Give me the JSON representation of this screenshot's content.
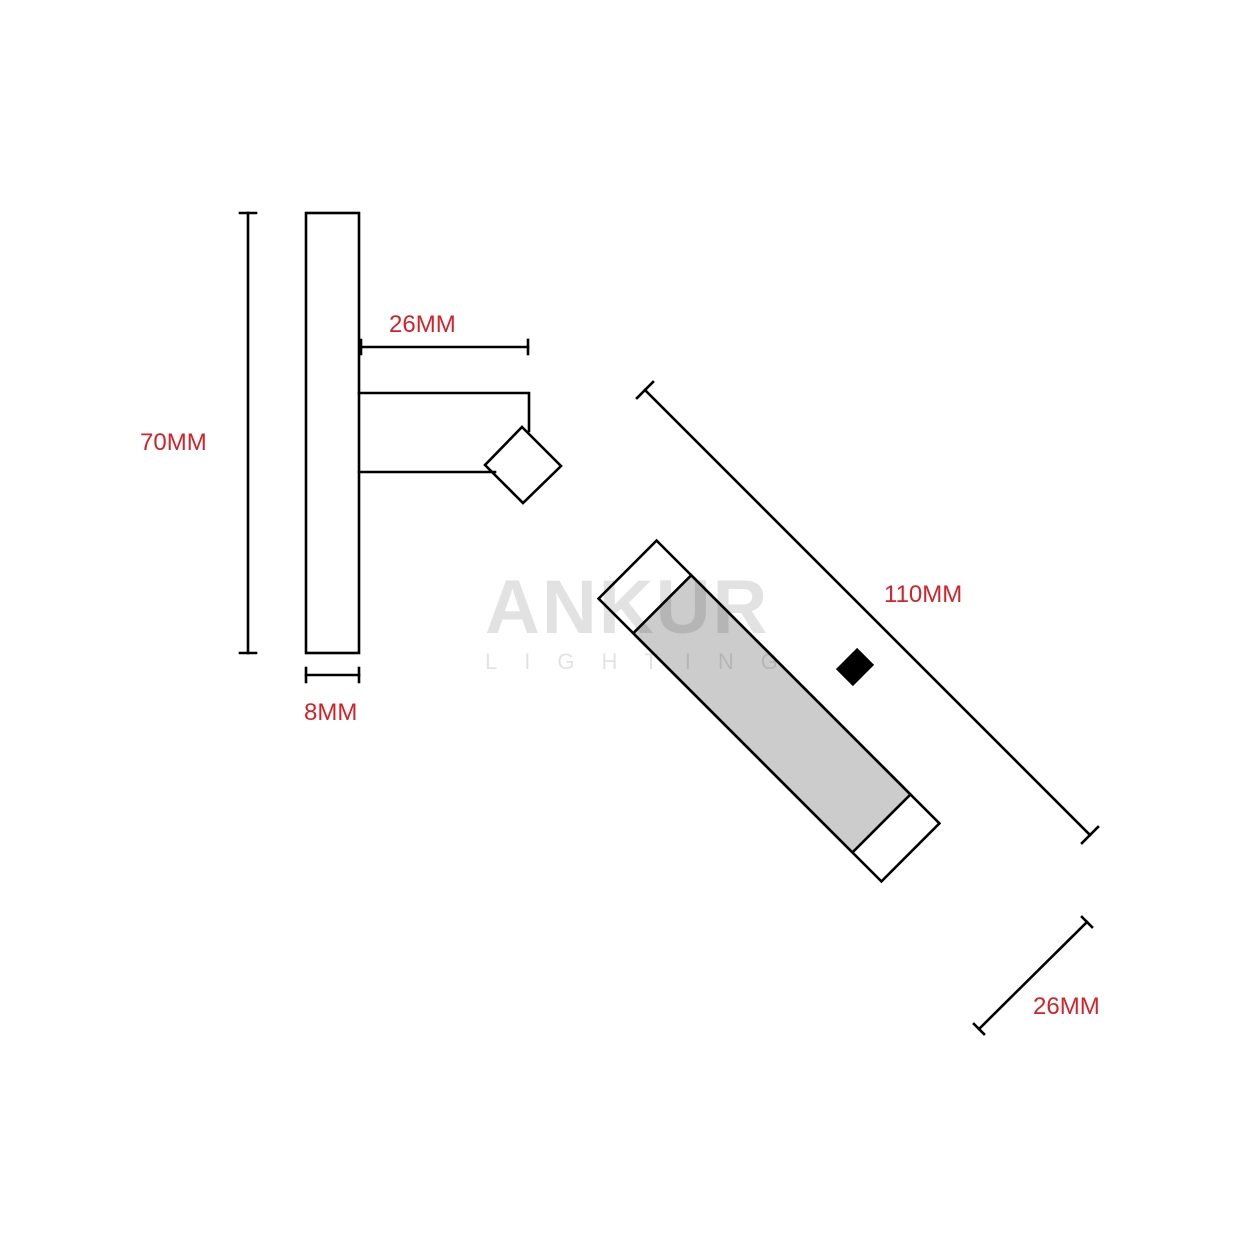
{
  "colors": {
    "line": "#000000",
    "label": "#d2232a",
    "body_fill": "#cccccc",
    "switch": "#000000",
    "watermark": "#1a1a1a"
  },
  "dimensions": {
    "plate_height": "70MM",
    "arm_length": "26MM",
    "plate_thickness": "8MM",
    "lamp_length": "110MM",
    "lamp_diameter": "26MM"
  },
  "watermark": {
    "brand": "ANKUR",
    "sub": "LIGHTING"
  }
}
